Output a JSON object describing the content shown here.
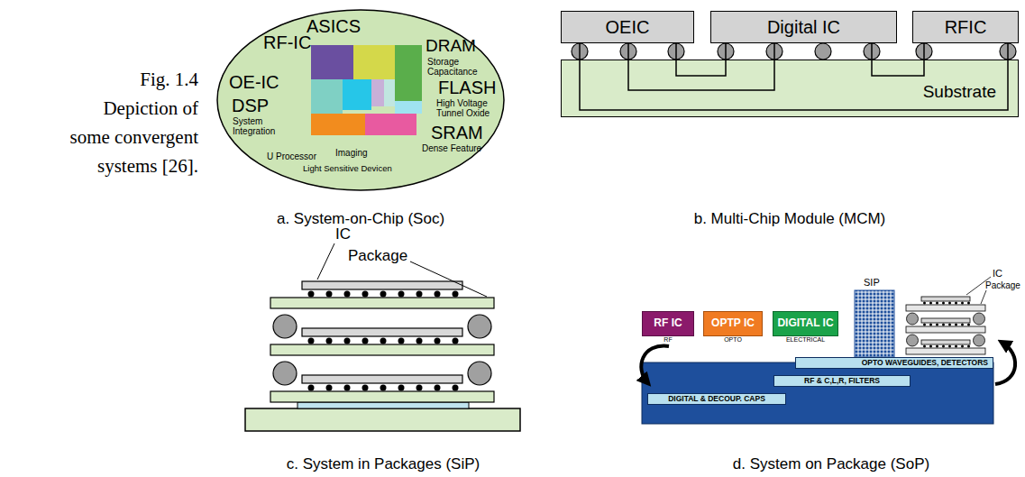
{
  "diagram": {
    "caption": "Fig. 1.4 Depiction of some convergent systems [26].",
    "nodes": [
      {
        "text": [
          "ASICS",
          "RF-IC",
          "DRAM",
          "Storage Capacitance",
          "OE-IC",
          "FLASH",
          "High Voltage Tunnel Oxide",
          "DSP",
          "System Integration",
          "SRAM",
          "Dense Feature",
          "U Processor",
          "Imaging",
          "Light Sensitive Devicen"
        ]
      },
      {
        "text": [
          "OEIC"
        ]
      },
      {
        "text": [
          "Digital IC"
        ]
      },
      {
        "text": [
          "RFIC"
        ]
      },
      {
        "text": [
          "Substrate"
        ]
      },
      {
        "text": [
          "RF IC",
          "RF"
        ]
      },
      {
        "text": [
          "OPTP IC",
          "OPTO"
        ]
      },
      {
        "text": [
          "DIGITAL IC",
          "ELECTRICAL"
        ]
      },
      {
        "text": [
          "OPTO WAVEGUIDES, DETECTORS"
        ]
      },
      {
        "text": [
          "RF & C,L,R, FILTERS"
        ]
      },
      {
        "text": [
          "DIGITAL & DECOUP. CAPS"
        ]
      }
    ],
    "edges": [
      {
        "from": 1,
        "to": 2,
        "arrow": "none"
      },
      {
        "from": 2,
        "to": 3,
        "arrow": "none"
      },
      {
        "from": 1,
        "to": 2,
        "arrow": "none"
      },
      {
        "from": 1,
        "to": 3,
        "arrow": "none"
      }
    ],
    "labels": [
      "a. System-on-Chip (Soc)",
      "b. Multi-Chip Module (MCM)",
      "IC",
      "Package",
      "c. System in Packages (SiP)",
      "SIP",
      "IC",
      "Package",
      "d. System on Package (SoP)"
    ]
  }
}
